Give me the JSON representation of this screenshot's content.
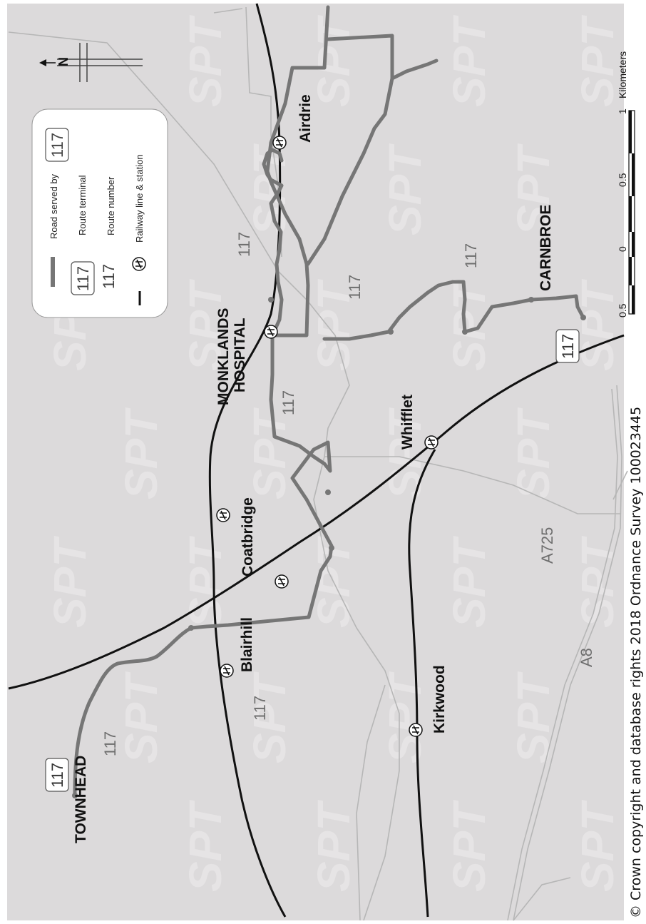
{
  "watermark": "SPT",
  "route_number": "117",
  "north_label": "N",
  "places": {
    "townhead": "TOWNHEAD",
    "carnbroe": "CARNBROE",
    "monklands_line1": "MONKLANDS",
    "monklands_line2": "HOSPITAL",
    "blairhill": "Blairhill",
    "coatbridge": "Coatbridge",
    "whifflet": "Whifflet",
    "kirkwood": "Kirkwood",
    "airdrie": "Airdrie"
  },
  "roads": {
    "a725": "A725",
    "a8": "A8"
  },
  "legend": {
    "road_served": "Road served by",
    "route_terminal": "Route terminal",
    "route_number": "Route number",
    "railway": "Railway line & station",
    "sample_number": "117"
  },
  "scale": {
    "ticks": [
      "0.5",
      "0",
      "0.5",
      "1"
    ],
    "unit": "Kilometers"
  },
  "copyright": "© Crown copyright and database rights 2018 Ordnance Survey 100023445",
  "colors": {
    "map_background": "#dcdadb",
    "route": "#767676",
    "rail": "#111111",
    "minor_road": "#b6b6b6",
    "watermark": "#e6e4e5"
  }
}
